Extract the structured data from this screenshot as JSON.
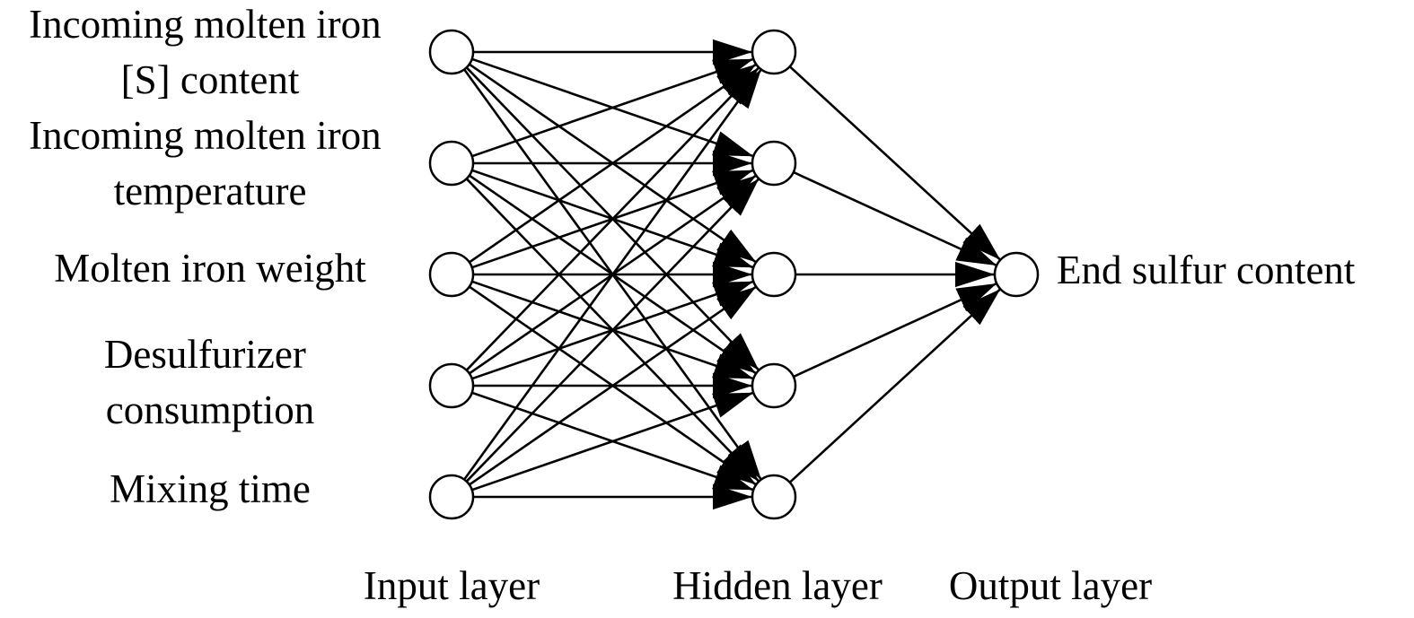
{
  "network": {
    "inputs": [
      {
        "lines": [
          "Incoming molten iron",
          "[S] content"
        ]
      },
      {
        "lines": [
          "Incoming molten iron",
          "temperature"
        ]
      },
      {
        "lines": [
          "Molten iron weight"
        ]
      },
      {
        "lines": [
          "Desulfurizer",
          "consumption"
        ]
      },
      {
        "lines": [
          "Mixing time"
        ]
      }
    ],
    "hidden_count": 5,
    "output": {
      "label": "End sulfur content"
    }
  },
  "layer_labels": {
    "input": "Input layer",
    "hidden": "Hidden layer",
    "output": "Output layer"
  },
  "colors": {
    "stroke": "#000000",
    "node_fill": "#ffffff",
    "background": "#ffffff"
  }
}
